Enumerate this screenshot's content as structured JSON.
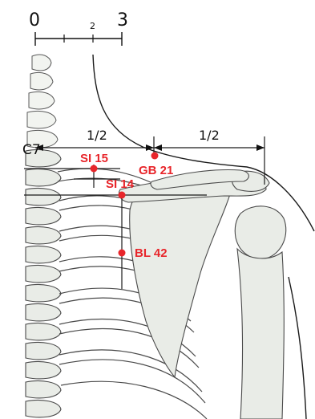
{
  "scale": {
    "label_start": "0",
    "label_mid": "2",
    "label_end": "3"
  },
  "measure": {
    "left_fraction": "1/2",
    "right_fraction": "1/2"
  },
  "vertebra_label": "C7",
  "points": [
    {
      "id": "SI 15",
      "label": "SI 15"
    },
    {
      "id": "GB 21",
      "label": "GB 21"
    },
    {
      "id": "SI 14",
      "label": "SI 14"
    },
    {
      "id": "BL 42",
      "label": "BL 42"
    }
  ],
  "colors": {
    "point": "#e8262b",
    "line": "#1a1a1a",
    "bone_fill": "#e9ece7"
  }
}
